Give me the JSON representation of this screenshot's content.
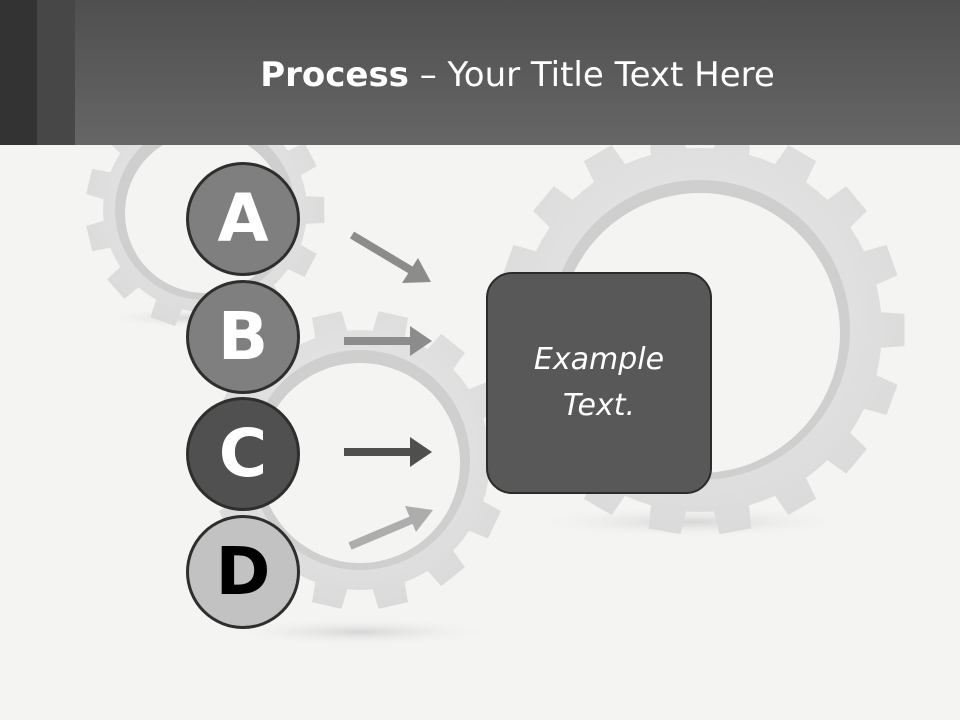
{
  "title": {
    "bold_part": "Process",
    "rest": " – Your Title Text Here"
  },
  "steps": [
    "A",
    "B",
    "C",
    "D"
  ],
  "box_text": "Example Text.",
  "colors": {
    "header": "#5a5a5a",
    "background": "#f4f4f3",
    "circle_a": "#7f7f7f",
    "circle_b": "#7f7f7f",
    "circle_c": "#505050",
    "circle_d": "#c2c2c2",
    "box": "#585858",
    "arrow_light": "#8c8c8c",
    "arrow_dark": "#4f4f4f",
    "arrow_pale": "#adadad",
    "gear": "#e2e2e2"
  },
  "icons": [
    "gear-icon",
    "arrow-right-icon"
  ]
}
